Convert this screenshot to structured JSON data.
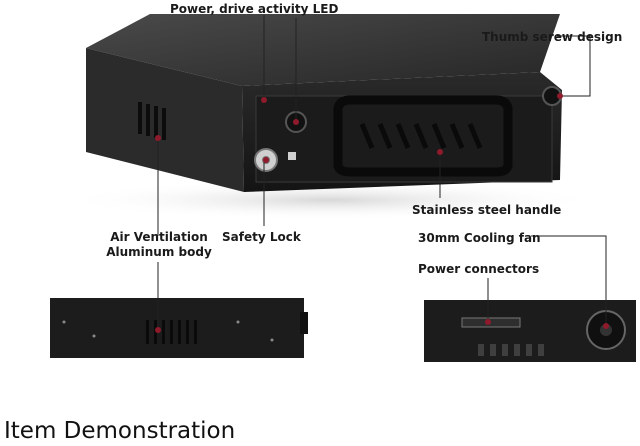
{
  "callouts": {
    "power_led": "Power, drive activity LED",
    "thumb_screw": "Thumb serew design",
    "handle": "Stainless steel handle",
    "cooling_fan": "30mm Cooling fan",
    "power_connectors": "Power connectors",
    "air_vent_line1": "Air Ventilation",
    "air_vent_line2": "Aluminum body",
    "safety_lock": "Safety Lock"
  },
  "caption": "Item Demonstration",
  "colors": {
    "callout_line": "#222222",
    "callout_dot": "#8e1a2c",
    "body": "#202020"
  }
}
